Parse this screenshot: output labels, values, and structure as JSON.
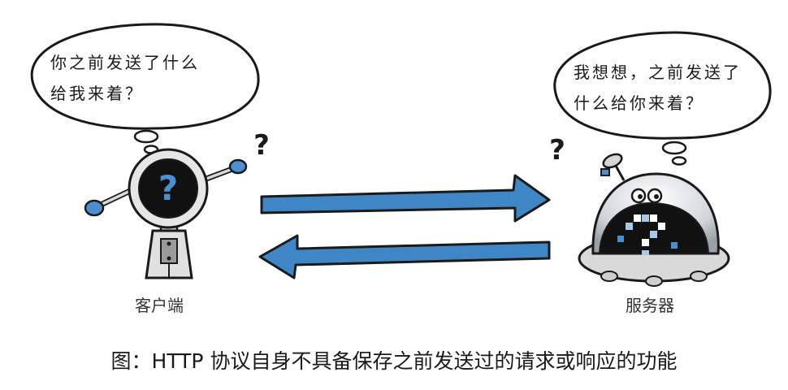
{
  "client": {
    "label": "客户端",
    "speech": [
      "你之前发送了什么",
      "给我来着？"
    ],
    "thought_mark": "?"
  },
  "server": {
    "label": "服务器",
    "speech": [
      "我想想，之前发送了",
      "什么给你来着？"
    ],
    "thought_mark": "?"
  },
  "caption": "图：HTTP 协议自身不具备保存之前发送过的请求或响应的功能",
  "colors": {
    "arrow_fill": "#3f86c6",
    "arrow_outline": "#1a1a1a",
    "accent_blue": "#4a8fd0",
    "robot_body": "#e4e4e4",
    "screen": "#111111"
  },
  "icons": {
    "client_robot": "client-robot-icon",
    "server_robot": "server-robot-icon",
    "request_arrow": "arrow-right-icon",
    "response_arrow": "arrow-left-icon"
  }
}
